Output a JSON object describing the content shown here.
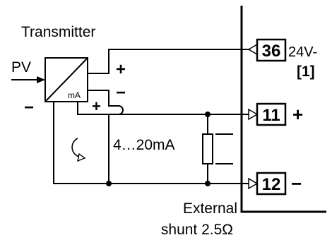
{
  "labels": {
    "transmitter": "Transmitter",
    "pv": "PV",
    "ma": "mA",
    "current_range": "4…20mA",
    "external_line1": "External",
    "external_line2": "shunt 2.5Ω",
    "supply_note": "[1]",
    "supply_voltage": "24V-"
  },
  "transmitter_signs": {
    "plus_top": "+",
    "minus_mid": "−",
    "plus_inner": "+",
    "minus_left": "−"
  },
  "terminals": [
    {
      "number": "36",
      "sign": ""
    },
    {
      "number": "11",
      "sign": "+"
    },
    {
      "number": "12",
      "sign": "−"
    }
  ]
}
